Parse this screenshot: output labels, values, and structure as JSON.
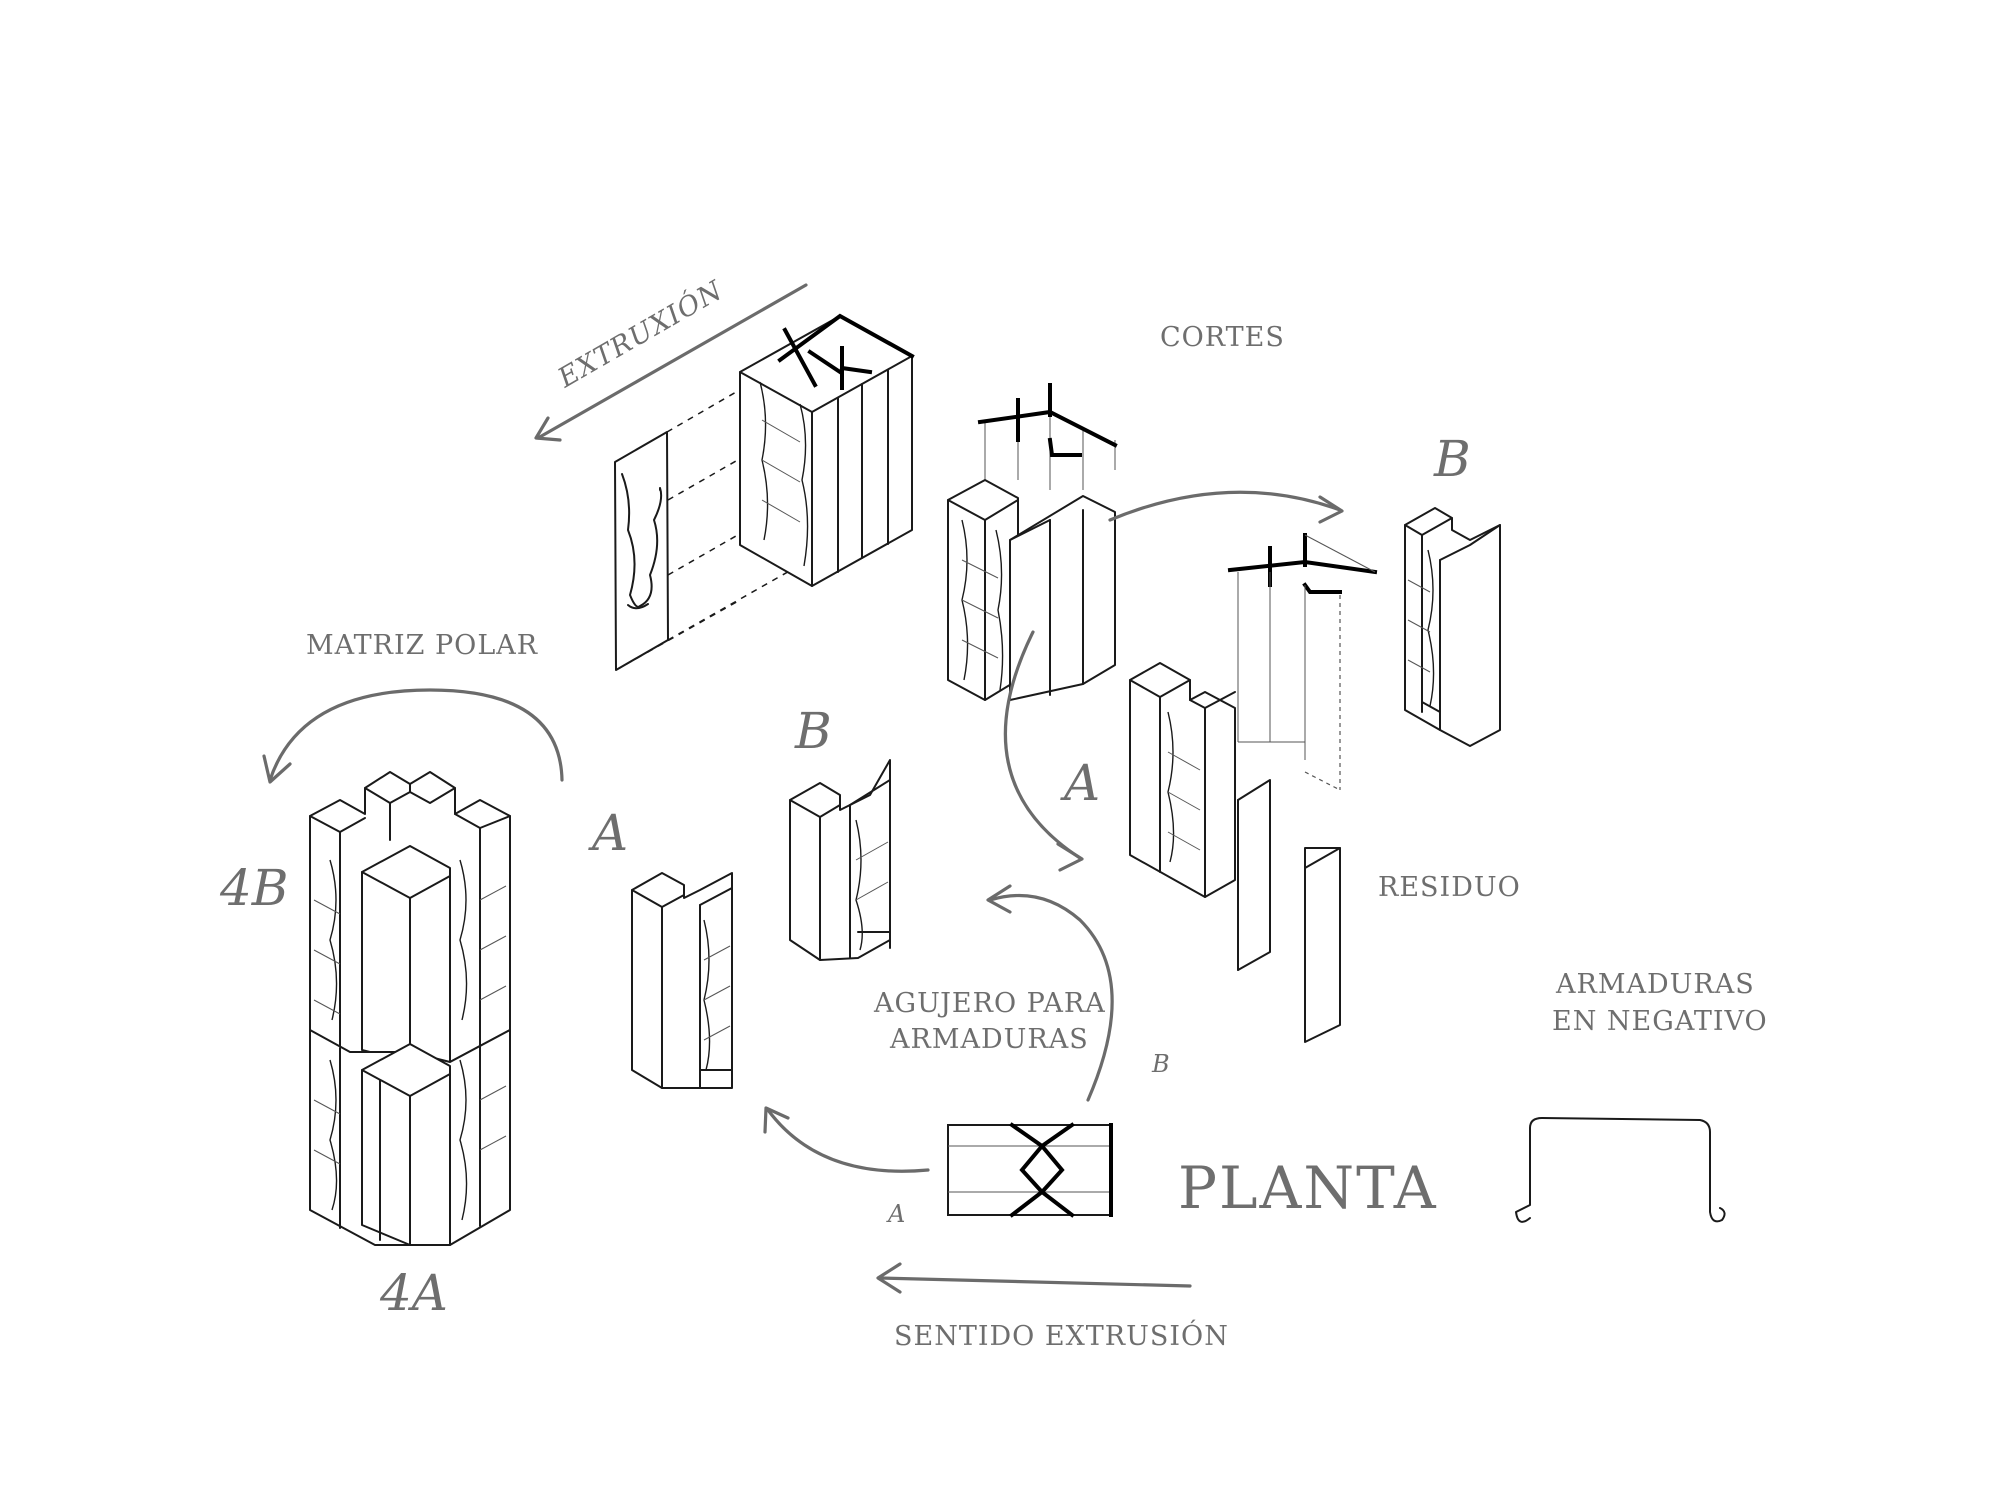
{
  "labels": {
    "extrusion": "EXTRUXIÓN",
    "cortes": "CORTES",
    "matriz_polar": "MATRIZ POLAR",
    "residuo": "RESIDUO",
    "agujero_line1": "AGUJERO PARA",
    "agujero_line2": "ARMADURAS",
    "armaduras_line1": "ARMADURAS",
    "armaduras_line2": "EN NEGATIVO",
    "planta": "PLANTA",
    "sentido_extrusion": "SENTIDO EXTRUSIÓN",
    "piece_a_right": "A",
    "piece_b_right": "B",
    "piece_a_center": "A",
    "piece_b_center": "B",
    "assembly_4a": "4A",
    "assembly_4b": "4B",
    "plan_a": "A",
    "plan_b": "B"
  },
  "colors": {
    "ink": "#1a1a1a",
    "label_gray": "#6e6e6e",
    "arrow_gray": "#6b6b6b",
    "background": "#ffffff"
  }
}
